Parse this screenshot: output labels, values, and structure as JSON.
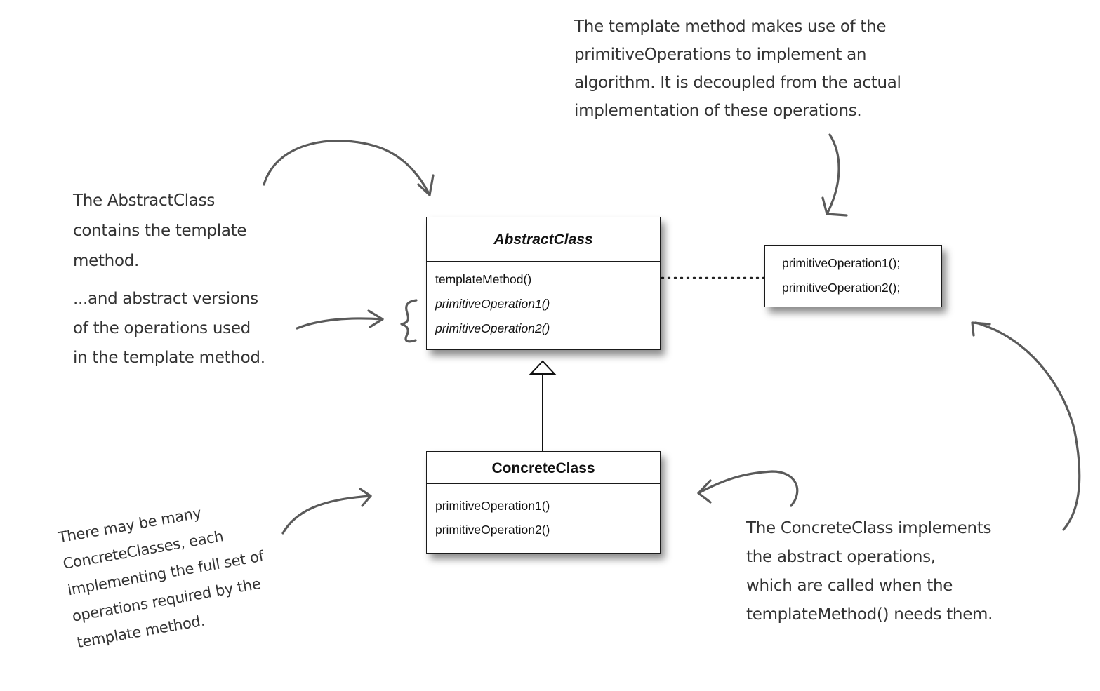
{
  "colors": {
    "ink": "#555555",
    "box_border": "#1a1a1a",
    "text": "#111111",
    "annotation": "#333333"
  },
  "abstract_class": {
    "name": "AbstractClass",
    "operations": [
      {
        "label": "templateMethod()",
        "style": "normal"
      },
      {
        "label": "primitiveOperation1()",
        "style": "italic"
      },
      {
        "label": "primitiveOperation2()",
        "style": "italic"
      }
    ]
  },
  "concrete_class": {
    "name": "ConcreteClass",
    "operations": [
      {
        "label": "primitiveOperation1()"
      },
      {
        "label": "primitiveOperation2()"
      }
    ]
  },
  "template_note": {
    "lines": [
      "primitiveOperation1();",
      "primitiveOperation2();"
    ]
  },
  "annotations": {
    "template_method": [
      "The template method makes use of the",
      "primitiveOperations to implement an",
      "algorithm.  It is decoupled from the actual",
      "implementation of these operations."
    ],
    "abstract_class": [
      "The AbstractClass",
      "contains the template",
      "method."
    ],
    "abstract_ops": [
      "...and abstract versions",
      "of the operations used",
      "in the template method."
    ],
    "many_concrete": [
      "There may be many",
      "ConcreteClasses, each",
      "implementing the full set of",
      "operations required by the",
      "template method."
    ],
    "concrete_impl": [
      "The ConcreteClass implements",
      "the abstract operations,",
      "which are called when the",
      "templateMethod() needs them."
    ]
  }
}
